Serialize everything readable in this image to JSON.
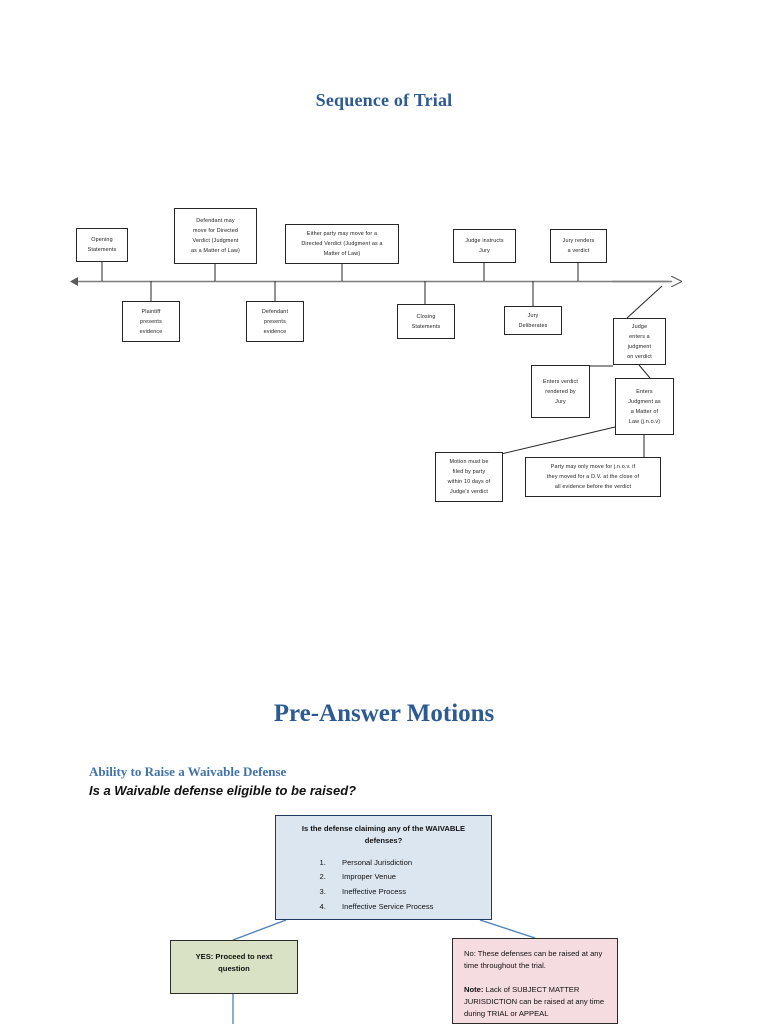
{
  "document": {
    "sections": [
      {
        "id": "sequence-of-trial",
        "title": "Sequence of Trial"
      },
      {
        "id": "pre-answer-motions",
        "title": "Pre-Answer Motions"
      }
    ]
  },
  "sequence_of_trial": {
    "title": "Sequence of Trial",
    "timeline_boxes_above": [
      {
        "key": "opening-statements",
        "text": "Opening\nStatements"
      },
      {
        "key": "defendant-directed-verdict",
        "text": "Defendant may\nmove for Directed\nVerdict (Judgment\nas a Matter of Law)"
      },
      {
        "key": "either-party-directed-verdict",
        "text": "Either party may move for a\nDirected Verdict (Judgment as a\nMatter of Law)"
      },
      {
        "key": "judge-instructs-jury",
        "text": "Judge instructs\nJury"
      },
      {
        "key": "jury-renders-verdict",
        "text": "Jury renders\na verdict"
      }
    ],
    "timeline_boxes_below": [
      {
        "key": "plaintiff-presents-evidence",
        "text": "Plaintiff\npresents\nevidence"
      },
      {
        "key": "defendant-presents-evidence",
        "text": "Defendant\npresents\nevidence"
      },
      {
        "key": "closing-statements",
        "text": "Closing\nStatements"
      },
      {
        "key": "jury-deliberates",
        "text": "Jury\nDeliberates"
      }
    ],
    "outcome_boxes": [
      {
        "key": "judge-enters-judgment-on-verdict",
        "text": "Judge\nenters a\njudgment\non verdict"
      },
      {
        "key": "enters-verdict-rendered-by-jury",
        "text": "Enters verdict\nrendered by\nJury"
      },
      {
        "key": "enters-jnov",
        "text": "Enters\nJudgment as\na Matter of\nLaw (j.n.o.v)"
      },
      {
        "key": "motion-deadline",
        "text": "Motion must be\nfiled by party\nwithin 10 days of\nJudge's verdict"
      },
      {
        "key": "jnov-precondition",
        "text": "Party may only move for j.n.o.v. if\nthey moved for a D.V. at the close of\nall evidence before the verdict"
      }
    ]
  },
  "pre_answer_motions": {
    "title": "Pre-Answer Motions",
    "subheading": "Ability to Raise a Waivable Defense",
    "subquestion": "Is a Waivable defense eligible to be raised?",
    "decision": {
      "question": "Is the defense claiming any of the WAIVABLE defenses?",
      "options": [
        "Personal Jurisdiction",
        "Improper Venue",
        "Ineffective Process",
        "Ineffective Service Process"
      ]
    },
    "yes_branch": {
      "text": "YES: Proceed to next question"
    },
    "no_branch": {
      "paragraph_1": "No: These defenses can be raised at any time throughout the trial.",
      "paragraph_2_label": "Note:",
      "paragraph_2": " Lack of SUBJECT MATTER JURISDICTION can be raised at any time during TRIAL or APPEAL"
    }
  },
  "colors": {
    "heading_blue": "#2d5a92",
    "subheading_blue": "#4273a8",
    "decision_fill": "#dce6f1",
    "decision_border": "#1f3864",
    "yes_fill": "#d9e2c4",
    "no_fill": "#f5dce1",
    "connector_blue": "#4a7ebb",
    "box_border": "#262626"
  }
}
